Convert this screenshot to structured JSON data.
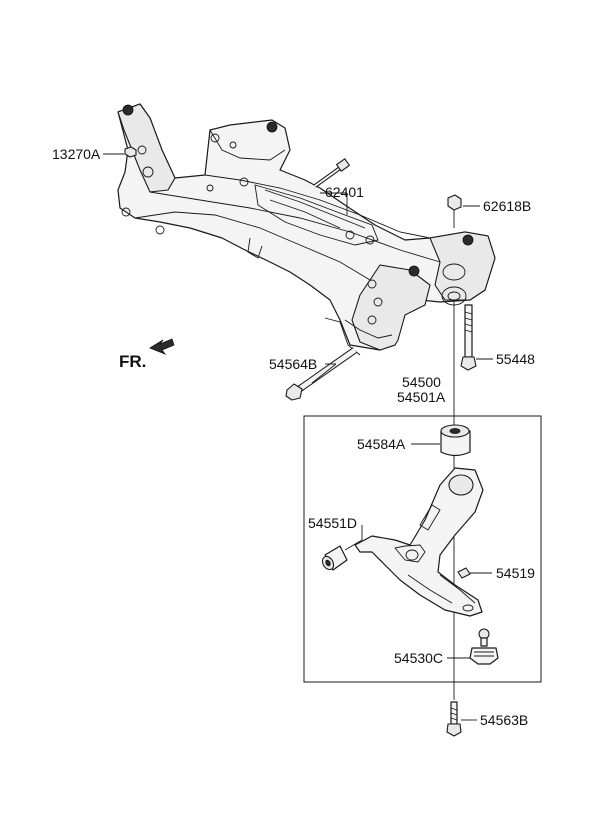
{
  "labels": {
    "p13270A": "13270A",
    "p62401": "62401",
    "p62618B": "62618B",
    "p54564B": "54564B",
    "p55448": "55448",
    "p54500": "54500",
    "p54501A": "54501A",
    "p54584A": "54584A",
    "p54551D": "54551D",
    "p54519": "54519",
    "p54530C": "54530C",
    "p54563B": "54563B"
  },
  "direction_label": "FR."
}
